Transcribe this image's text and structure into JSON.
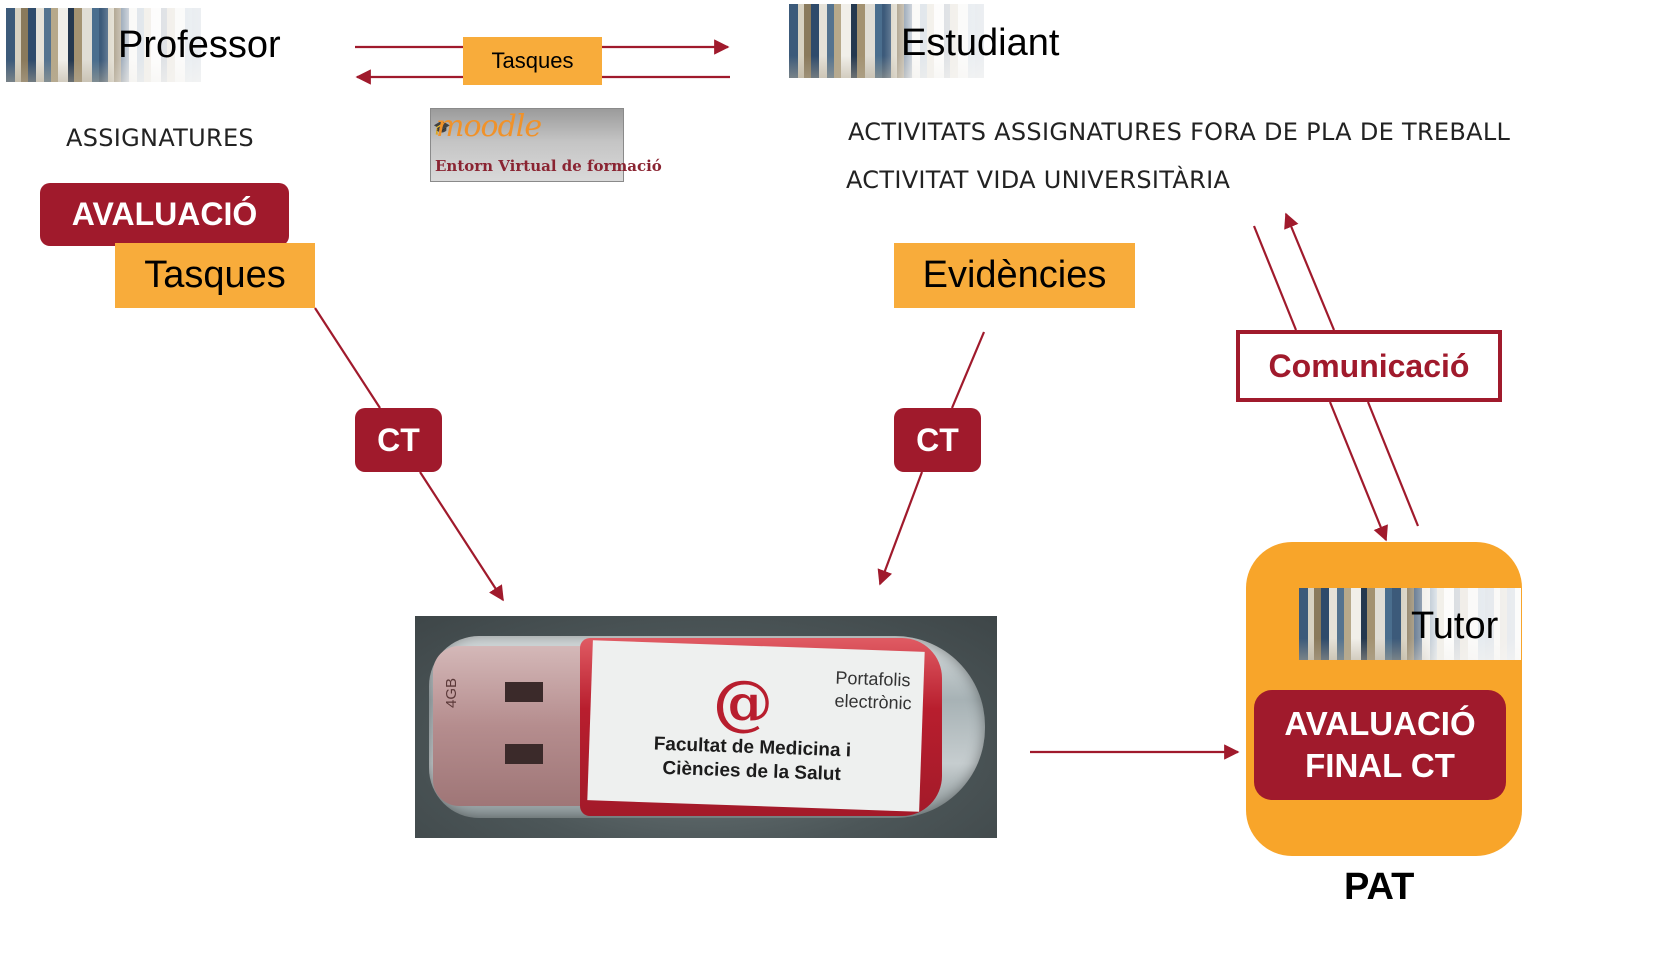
{
  "professor": {
    "label": "Professor"
  },
  "estudiant": {
    "label": "Estudiant"
  },
  "top_tasques": {
    "label": "Tasques"
  },
  "moodle": {
    "logo_text": "moodle",
    "subtitle": "Entorn Virtual de formació"
  },
  "assignatures": {
    "label": "ASSIGNATURES"
  },
  "avaluacio": {
    "label": "AVALUACIÓ"
  },
  "tasques": {
    "label": "Tasques"
  },
  "evidencies": {
    "label": "Evidències"
  },
  "activitats": [
    "ACTIVITATS ASSIGNATURES FORA DE PLA DE TREBALL",
    "ACTIVITAT VIDA UNIVERSITÀRIA"
  ],
  "ct_left": {
    "label": "CT"
  },
  "ct_right": {
    "label": "CT"
  },
  "comunicacio": {
    "label": "Comunicació"
  },
  "usb": {
    "portafolis_line1": "Portafolis",
    "portafolis_line2": "electrònic",
    "faculty_line1": "Facultat de Medicina i",
    "faculty_line2": "Ciències de la Salut",
    "capacity": "4GB"
  },
  "tutor": {
    "label": "Tutor"
  },
  "avaluacio_final": {
    "line1": "AVALUACIÓ",
    "line2": "FINAL CT"
  },
  "pat": {
    "label": "PAT"
  },
  "colors": {
    "accent_red": "#a01a2c",
    "orange": "#f8ac3b",
    "pat_orange": "#f8a52a"
  }
}
